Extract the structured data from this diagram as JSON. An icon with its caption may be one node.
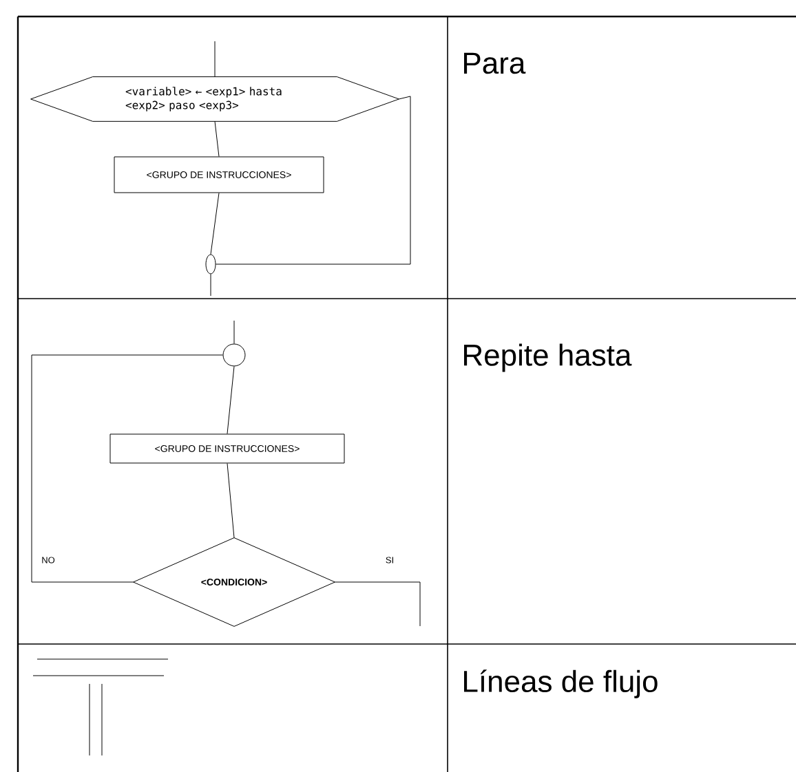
{
  "diagram": {
    "nodes": [
      {
        "text": [
          "<variable> ← <exp1> hasta <exp2> paso <exp3>"
        ]
      },
      {
        "text": [
          "<GRUPO DE INSTRUCCIONES>"
        ]
      },
      {
        "text": [],
        "shape": "ellipse"
      },
      {
        "text": [],
        "shape": "circle"
      },
      {
        "text": [
          "<GRUPO DE INSTRUCCIONES>"
        ]
      },
      {
        "text": [
          "<CONDICION>"
        ]
      }
    ],
    "edges": [
      {
        "from": null,
        "to": 0,
        "arrow": "none"
      },
      {
        "from": 0,
        "to": 1,
        "arrow": "none"
      },
      {
        "from": 1,
        "to": 2,
        "arrow": "none"
      },
      {
        "from": 0,
        "to": 2,
        "arrow": "none"
      },
      {
        "from": 2,
        "to": null,
        "arrow": "none"
      },
      {
        "from": null,
        "to": 3,
        "arrow": "none"
      },
      {
        "from": 3,
        "to": 4,
        "arrow": "none"
      },
      {
        "from": 4,
        "to": 5,
        "arrow": "none"
      },
      {
        "from": 5,
        "to": 3,
        "arrow": "none",
        "label": "NO"
      },
      {
        "from": 5,
        "to": null,
        "arrow": "none",
        "label": "SI"
      }
    ],
    "labels": [
      "Para",
      "Repite hasta",
      "Líneas de flujo"
    ]
  }
}
